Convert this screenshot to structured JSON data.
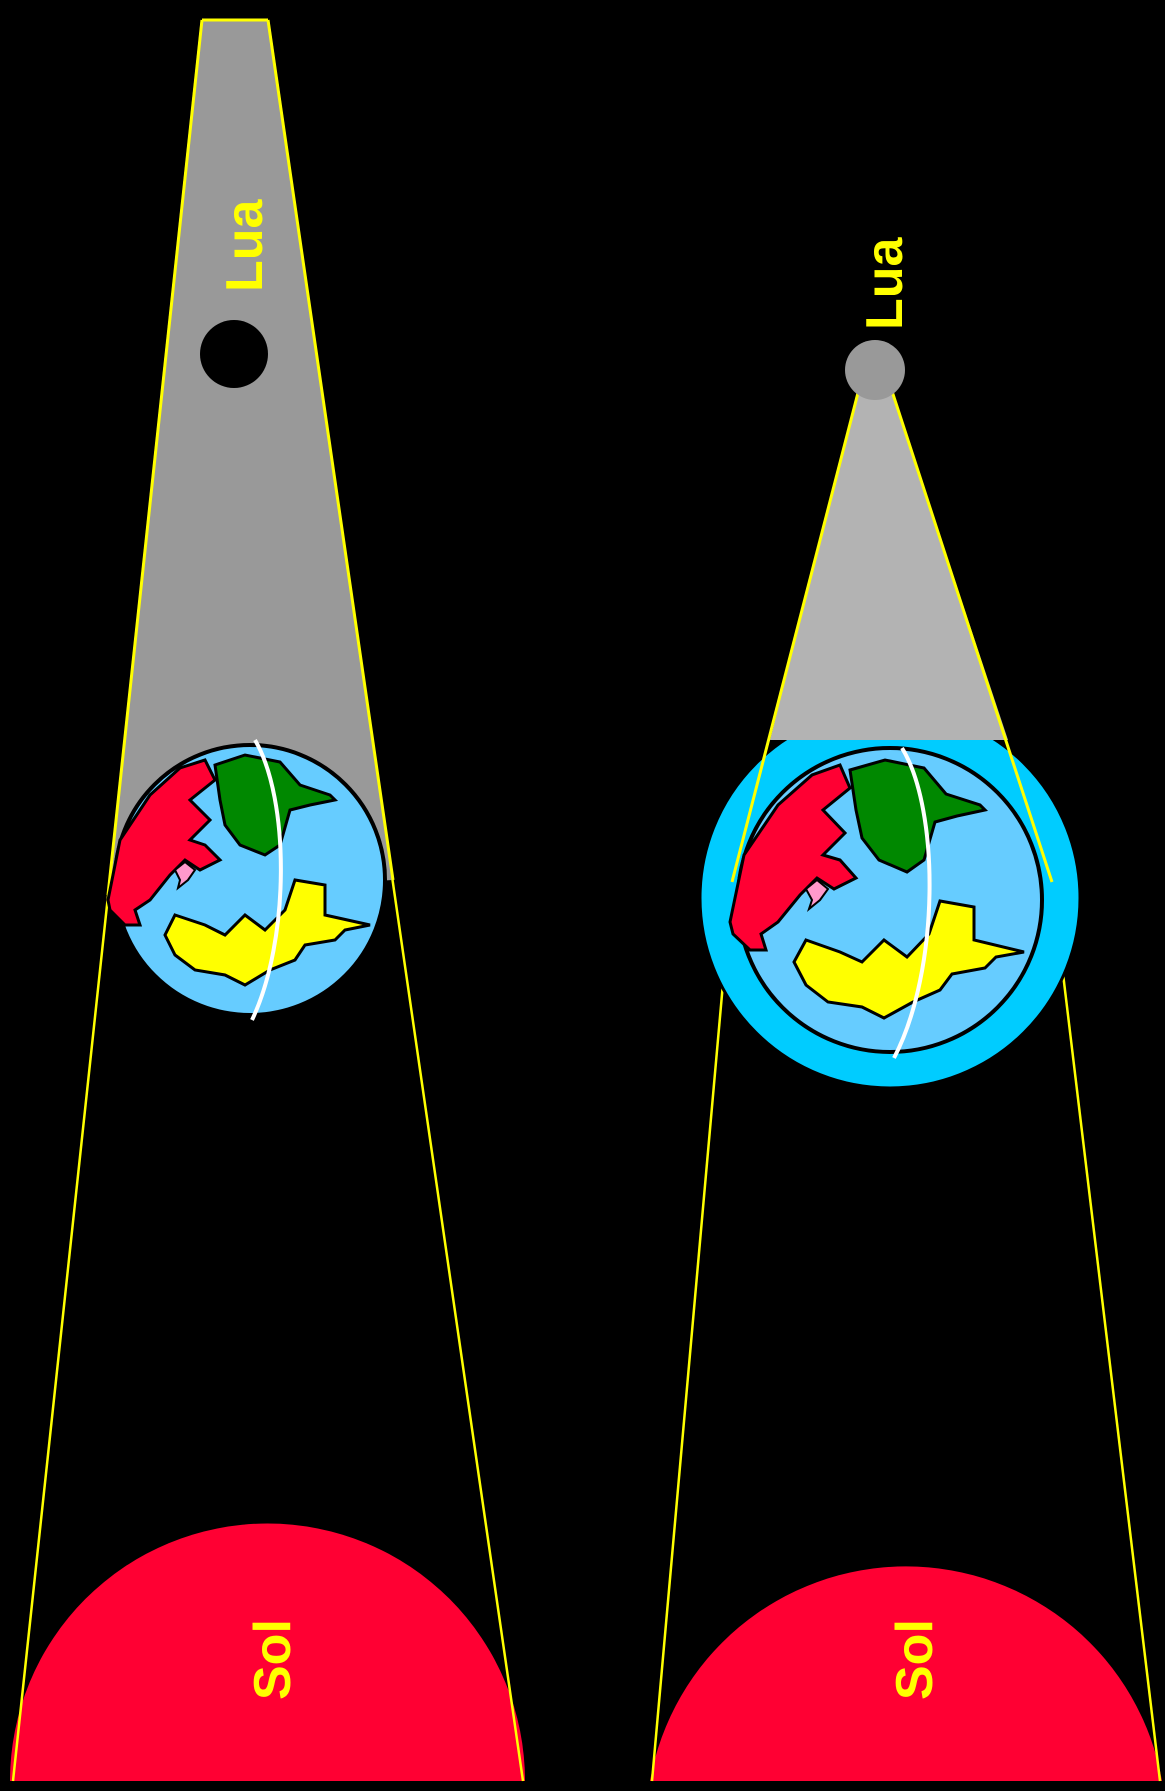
{
  "panels": [
    {
      "id": "left",
      "moon_label": "Lua",
      "sun_label": "Sol",
      "moon_color": "#000000",
      "shadow_color": "#999999",
      "atmosphere": false
    },
    {
      "id": "right",
      "moon_label": "Lua",
      "sun_label": "Sol",
      "moon_color": "#999999",
      "shadow_color": "#B3B3B3",
      "atmosphere": true
    }
  ],
  "colors": {
    "background": "#000000",
    "cone_line": "#FFFF00",
    "label": "#FFFF00",
    "sun": "#FF0033",
    "ocean": "#66CCFF",
    "atmosphere": "#00CCFF",
    "continent_red": "#FF0033",
    "continent_green": "#008800",
    "continent_yellow": "#FFFF00",
    "continent_pink": "#FF99CC",
    "meridian": "#FFFFFF"
  },
  "icons": [
    "sun-shape",
    "earth-globe-icon",
    "moon-shape"
  ]
}
